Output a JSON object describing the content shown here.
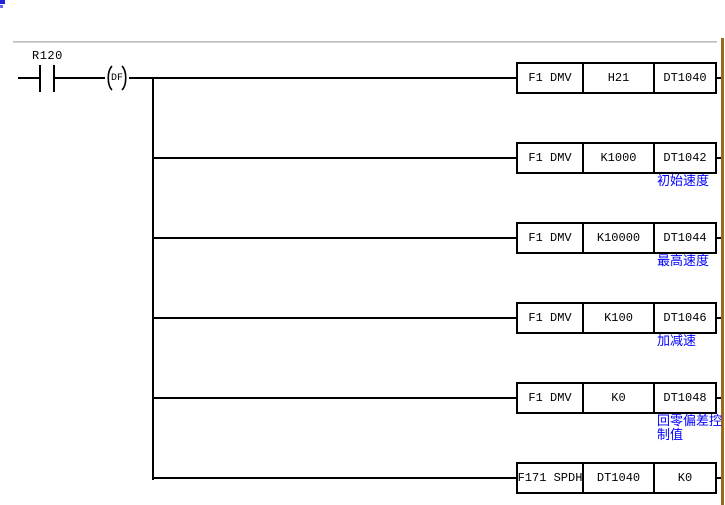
{
  "ladder": {
    "contact": {
      "label": "R120"
    },
    "coil": {
      "label": "DF"
    },
    "rungs": [
      {
        "cells": [
          "F1 DMV",
          "H21",
          "DT1040"
        ],
        "comment": ""
      },
      {
        "cells": [
          "F1 DMV",
          "K1000",
          "DT1042"
        ],
        "comment": "初始速度"
      },
      {
        "cells": [
          "F1 DMV",
          "K10000",
          "DT1044"
        ],
        "comment": "最高速度"
      },
      {
        "cells": [
          "F1 DMV",
          "K100",
          "DT1046"
        ],
        "comment": "加减速"
      },
      {
        "cells": [
          "F1 DMV",
          "K0",
          "DT1048"
        ],
        "comment": "回零偏差控制值"
      },
      {
        "cells": [
          "F171 SPDH",
          "DT1040",
          "K0"
        ],
        "comment": ""
      }
    ],
    "colors": {
      "background": "#ffffff",
      "wire": "#000000",
      "right_rail": "#9c6a1c",
      "comment_text": "#0000ff",
      "top_separator": "#c8c8c8",
      "artifact_blue": "#2222dd"
    }
  }
}
